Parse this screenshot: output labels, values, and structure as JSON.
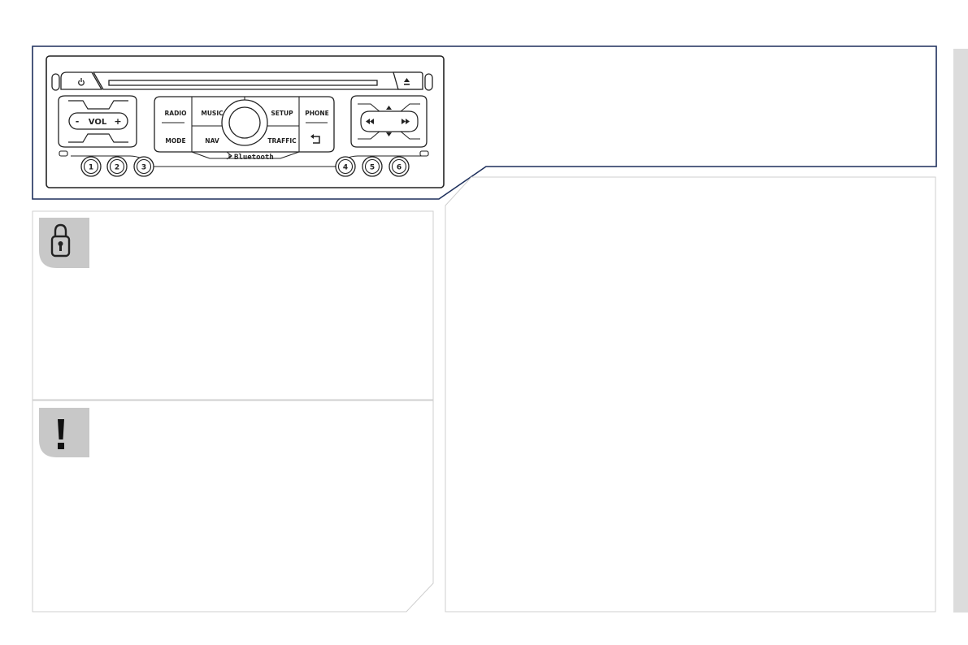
{
  "radio": {
    "buttons": {
      "radio": "RADIO",
      "music": "MUSIC",
      "setup": "SETUP",
      "phone": "PHONE",
      "mode": "MODE",
      "nav": "NAV",
      "traffic": "TRAFFIC",
      "vol_label": "VOL",
      "vol_minus": "-",
      "vol_plus": "+",
      "bluetooth": "Bluetooth"
    },
    "presets": [
      "1",
      "2",
      "3",
      "4",
      "5",
      "6"
    ]
  },
  "panels": {
    "lock_icon": "padlock-icon",
    "warning_icon": "exclamation-icon"
  },
  "colors": {
    "frame": "#1d2f5c",
    "icon_bg": "#c8c8c8",
    "panel_border": "#cfcfcf",
    "side_strip": "#dcdcdc"
  }
}
